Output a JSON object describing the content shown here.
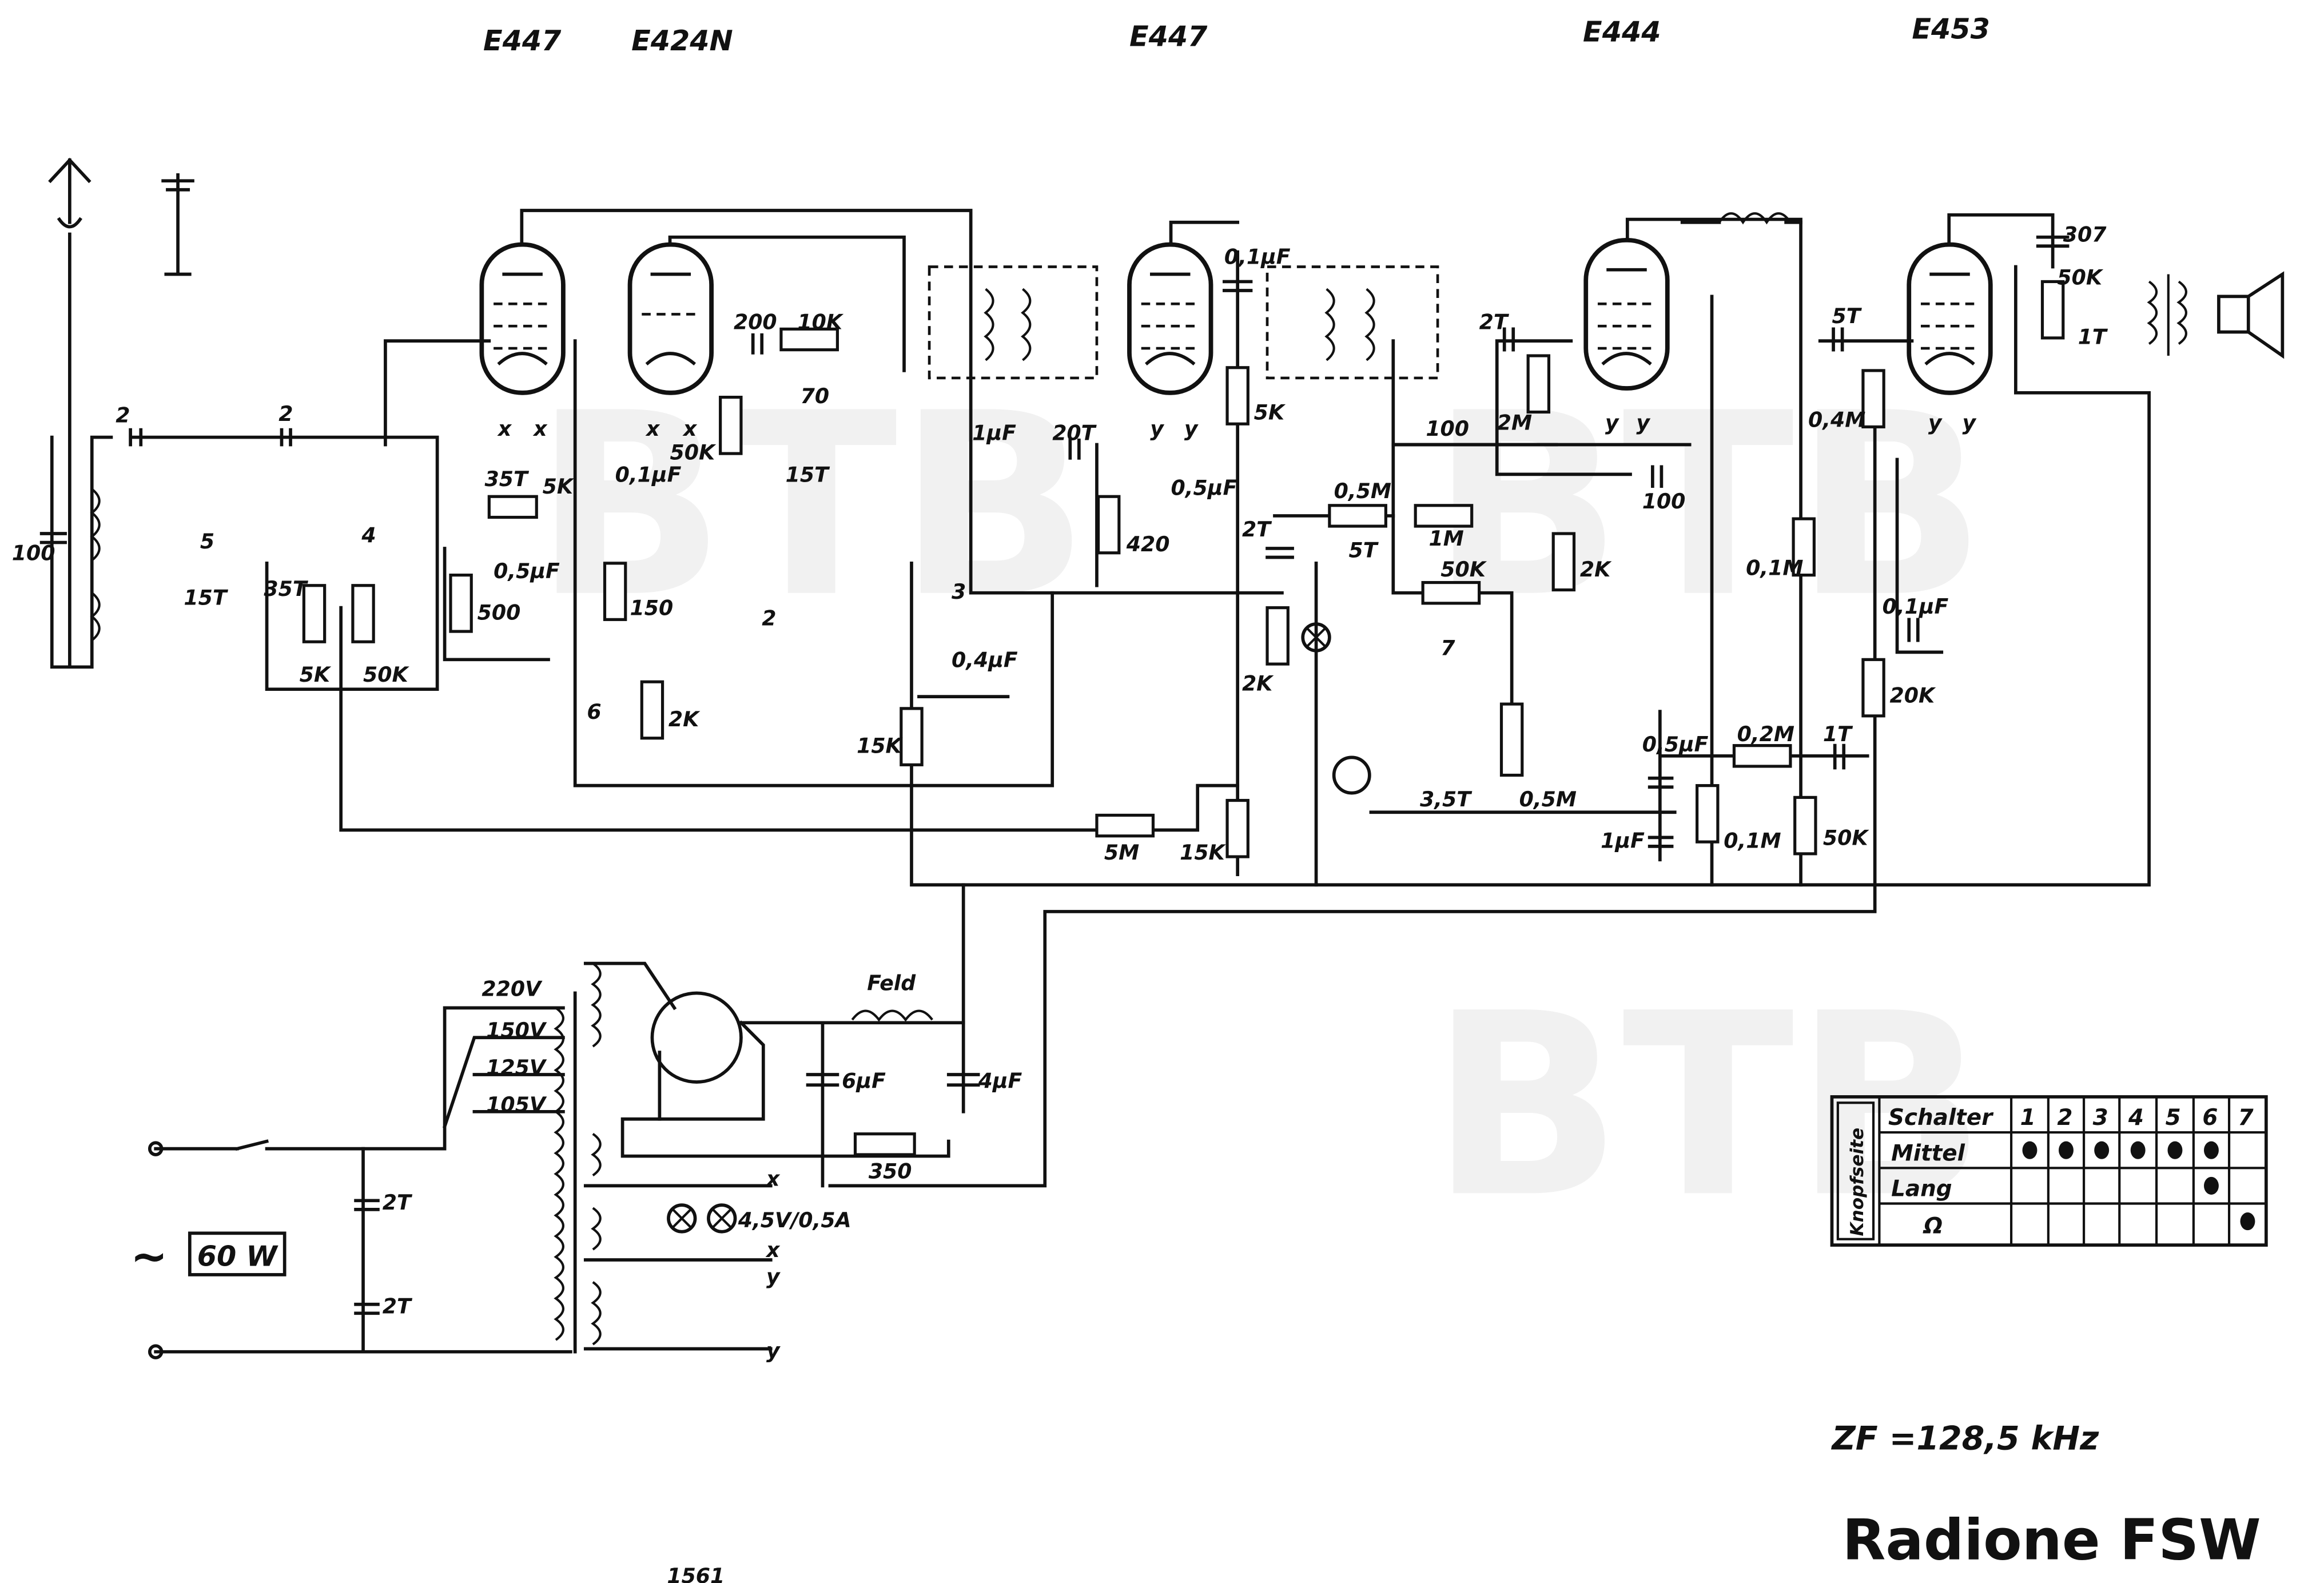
{
  "title": "Radione FSW",
  "drawing_number": "1561",
  "watermark": "BTB",
  "intermediate_frequency": "ZF =128,5 kHz",
  "tubes": [
    "E447",
    "E424N",
    "E447",
    "E444",
    "E453"
  ],
  "power": {
    "symbol": "~",
    "rating": "60 W",
    "taps": [
      "220V",
      "150V",
      "125V",
      "105V"
    ],
    "field_coil": "Feld",
    "lamps": "4,5V/0,5A"
  },
  "labels": [
    "100",
    "2",
    "2",
    "15T",
    "35T",
    "5",
    "4",
    "5K",
    "50K",
    "35T",
    "5K",
    "0,5µF",
    "500",
    "0,1µF",
    "50K",
    "150",
    "6",
    "2K",
    "200",
    "10K",
    "70",
    "15T",
    "2",
    "3",
    "0,4µF",
    "15K",
    "1µF",
    "20T",
    "0,5µF",
    "420",
    "0,1µF",
    "5K",
    "2T",
    "2K",
    "5M",
    "15K",
    "0,5M",
    "1M",
    "5T",
    "50K",
    "7",
    "3,5T",
    "0,5M",
    "100",
    "2T",
    "2M",
    "2K",
    "100",
    "0,4M",
    "0,1M",
    "0,5µF",
    "0,2M",
    "1T",
    "1µF",
    "0,1M",
    "50K",
    "5T",
    "0,1µF",
    "20K",
    "307",
    "50K",
    "1T",
    "6µF",
    "4µF",
    "350",
    "2T",
    "2T"
  ],
  "pins": [
    "x",
    "x",
    "x",
    "x",
    "y",
    "y",
    "y",
    "y",
    "y",
    "y",
    "x",
    "x",
    "y",
    "y"
  ],
  "switch_table": {
    "side_label": "Knopfseite",
    "header": "Schalter",
    "columns": [
      "1",
      "2",
      "3",
      "4",
      "5",
      "6",
      "7"
    ],
    "rows": [
      {
        "label": "Mittel",
        "on": [
          true,
          true,
          true,
          true,
          true,
          true,
          false
        ]
      },
      {
        "label": "Lang",
        "on": [
          false,
          false,
          false,
          false,
          false,
          true,
          false
        ]
      },
      {
        "label": "Ω",
        "on": [
          false,
          false,
          false,
          false,
          false,
          false,
          true
        ]
      }
    ]
  }
}
